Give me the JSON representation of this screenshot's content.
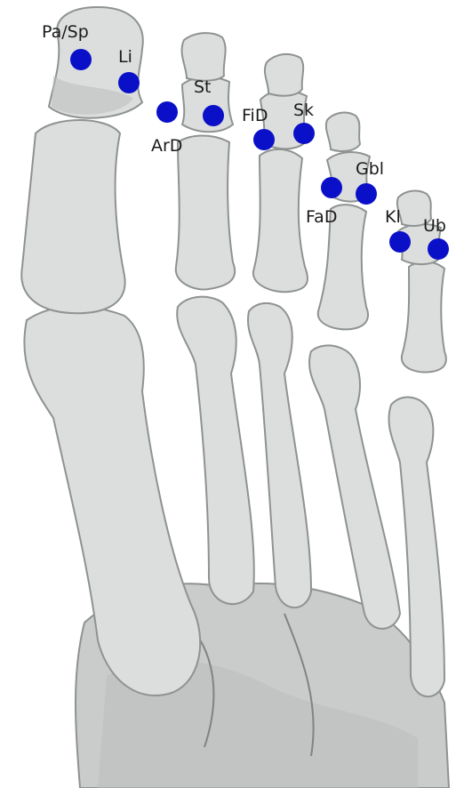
{
  "diagram": {
    "marker_color": "#0a10c8",
    "points": [
      {
        "id": "pa-sp",
        "label": "Pa/Sp"
      },
      {
        "id": "li",
        "label": "Li"
      },
      {
        "id": "ard",
        "label": "ArD"
      },
      {
        "id": "st",
        "label": "St"
      },
      {
        "id": "fid",
        "label": "FiD"
      },
      {
        "id": "sk",
        "label": "Sk"
      },
      {
        "id": "fad",
        "label": "FaD"
      },
      {
        "id": "gbl",
        "label": "Gbl"
      },
      {
        "id": "kl",
        "label": "Kl"
      },
      {
        "id": "ub",
        "label": "Ub"
      }
    ]
  }
}
